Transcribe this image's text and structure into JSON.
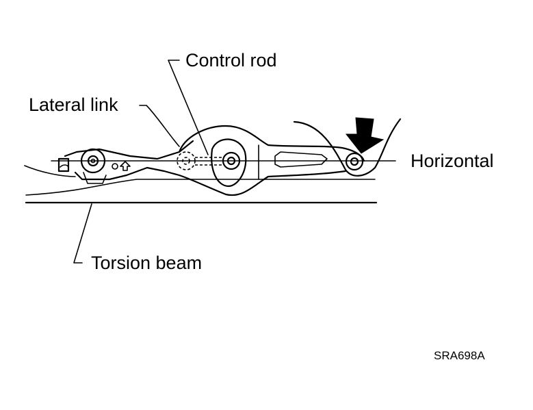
{
  "labels": {
    "control_rod": "Control rod",
    "lateral_link": "Lateral link",
    "horizontal": "Horizontal",
    "torsion_beam": "Torsion beam"
  },
  "figure_code": "SRA698A",
  "colors": {
    "ink": "#000000",
    "background": "#ffffff"
  },
  "icons": {
    "direction_arrow": "down-arrow-icon"
  }
}
